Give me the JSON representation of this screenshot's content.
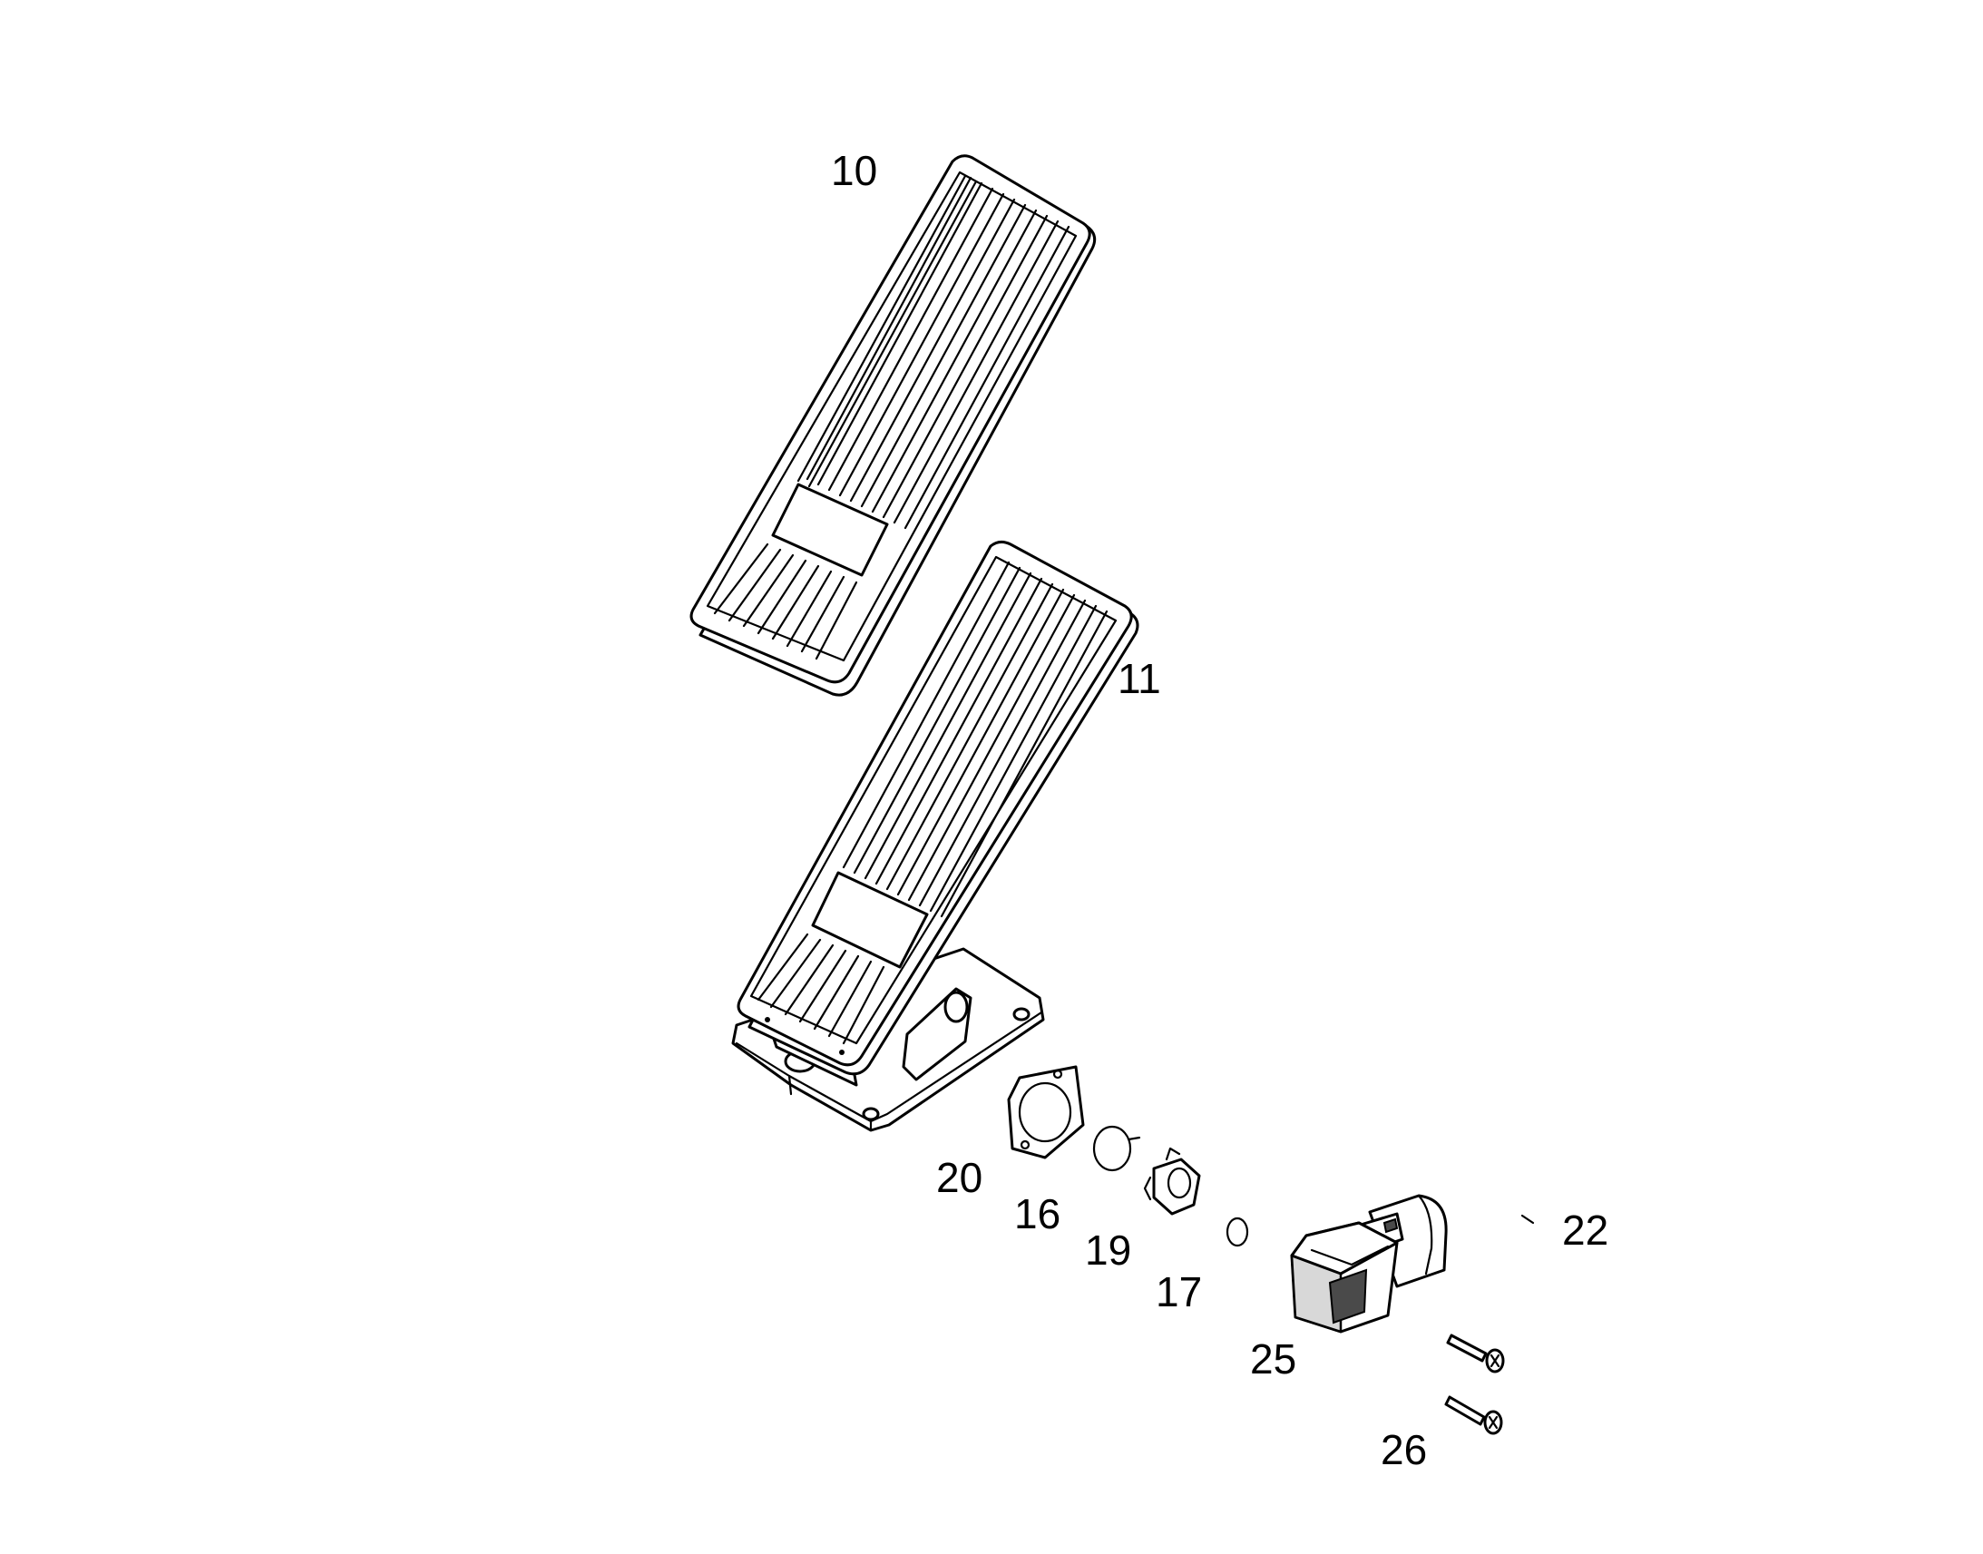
{
  "callouts": {
    "c10": "10",
    "c11": "11",
    "c20": "20",
    "c16": "16",
    "c19": "19",
    "c17": "17",
    "c25": "25",
    "c22": "22",
    "c26": "26"
  },
  "colors": {
    "line": "#000000",
    "background": "#ffffff",
    "shade": "#d8d8d8"
  }
}
